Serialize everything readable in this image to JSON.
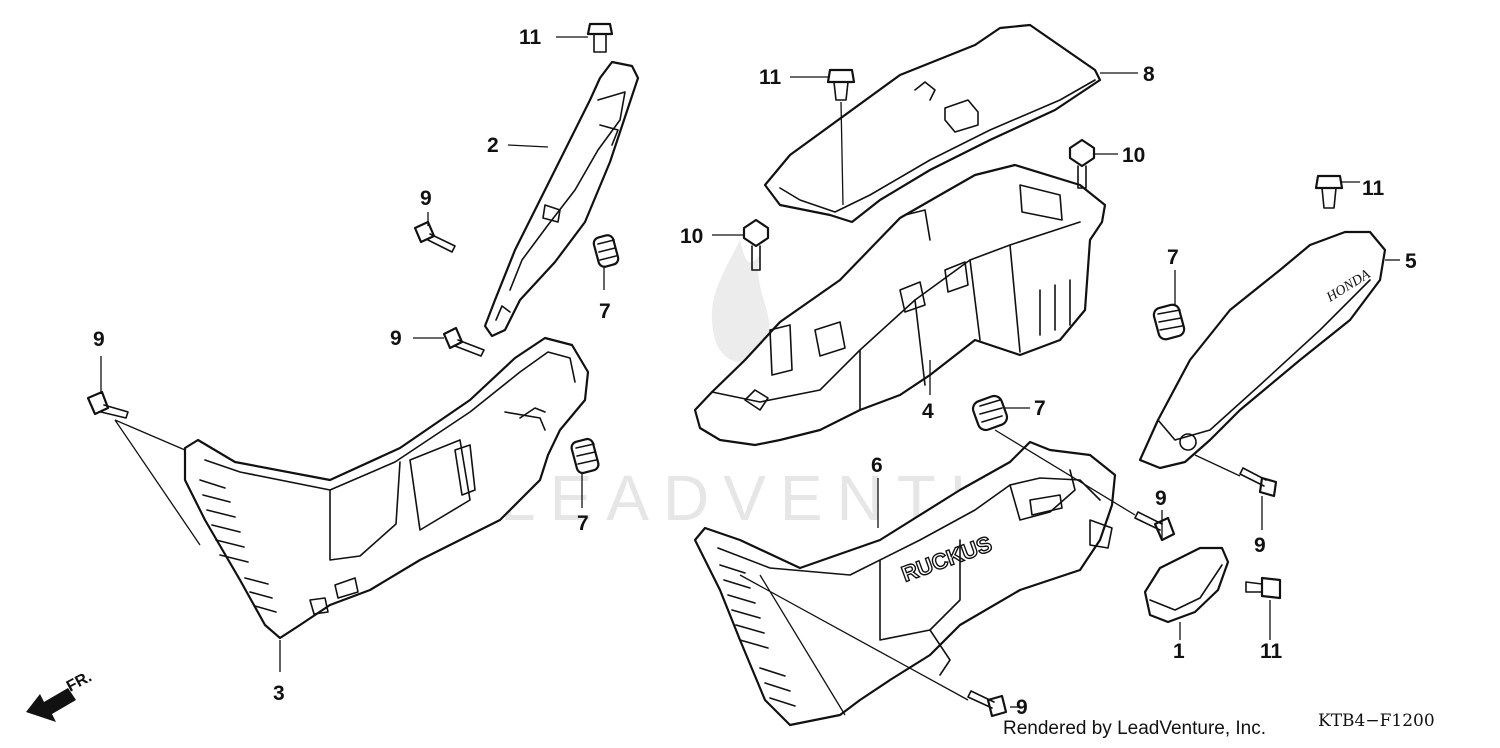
{
  "watermark": "LEADVENTURE",
  "footer": {
    "credit": "Rendered by LeadVenture, Inc.",
    "diagram_code": "KTB4−F1200"
  },
  "direction_arrow": {
    "label": "FR.",
    "icon": "front-direction-arrow-icon"
  },
  "embossed_text": {
    "ruckus": "RUCKUS",
    "brand": "HONDA"
  },
  "callouts": [
    {
      "id": "c11a",
      "number": "11"
    },
    {
      "id": "c2",
      "number": "2"
    },
    {
      "id": "c9a",
      "number": "9"
    },
    {
      "id": "c7a",
      "number": "7"
    },
    {
      "id": "c9b",
      "number": "9"
    },
    {
      "id": "c9c",
      "number": "9"
    },
    {
      "id": "c7b",
      "number": "7"
    },
    {
      "id": "c3",
      "number": "3"
    },
    {
      "id": "c11b",
      "number": "11"
    },
    {
      "id": "c8",
      "number": "8"
    },
    {
      "id": "c10a",
      "number": "10"
    },
    {
      "id": "c10b",
      "number": "10"
    },
    {
      "id": "c4",
      "number": "4"
    },
    {
      "id": "c7c",
      "number": "7"
    },
    {
      "id": "c6",
      "number": "6"
    },
    {
      "id": "c9d",
      "number": "9"
    },
    {
      "id": "c9e",
      "number": "9"
    },
    {
      "id": "c11c",
      "number": "11"
    },
    {
      "id": "c7d",
      "number": "7"
    },
    {
      "id": "c5",
      "number": "5"
    },
    {
      "id": "c9f",
      "number": "9"
    },
    {
      "id": "c1",
      "number": "1"
    },
    {
      "id": "c11d",
      "number": "11"
    }
  ]
}
